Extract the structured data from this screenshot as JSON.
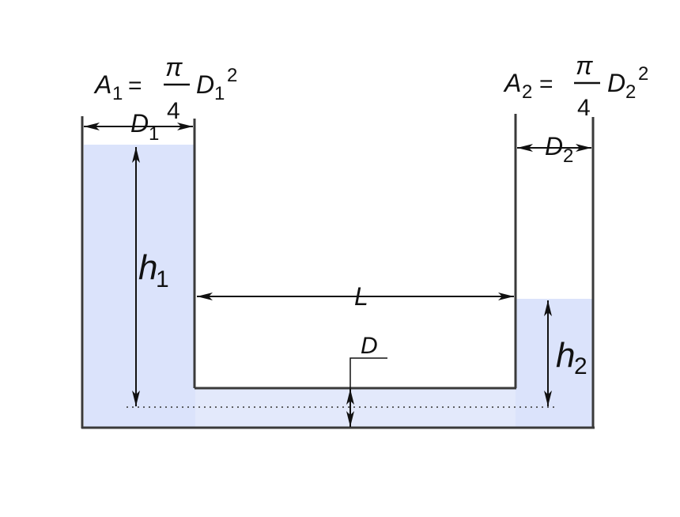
{
  "colors": {
    "water": "#dbe3fb",
    "wall": "#3a3a3a",
    "dimension": "#111111"
  },
  "formula_left": {
    "lhs_symbol": "A",
    "lhs_sub": "1",
    "equals": "=",
    "numerator": "π",
    "denominator": "4",
    "diam_symbol": "D",
    "diam_sub": "1",
    "power": "2"
  },
  "formula_right": {
    "lhs_symbol": "A",
    "lhs_sub": "2",
    "equals": "=",
    "numerator": "π",
    "denominator": "4",
    "diam_symbol": "D",
    "diam_sub": "2",
    "power": "2"
  },
  "labels": {
    "d1_symbol": "D",
    "d1_sub": "1",
    "d2_symbol": "D",
    "d2_sub": "2",
    "h1_symbol": "h",
    "h1_sub": "1",
    "h2_symbol": "h",
    "h2_sub": "2",
    "length": "L",
    "pipe_diameter": "D"
  }
}
